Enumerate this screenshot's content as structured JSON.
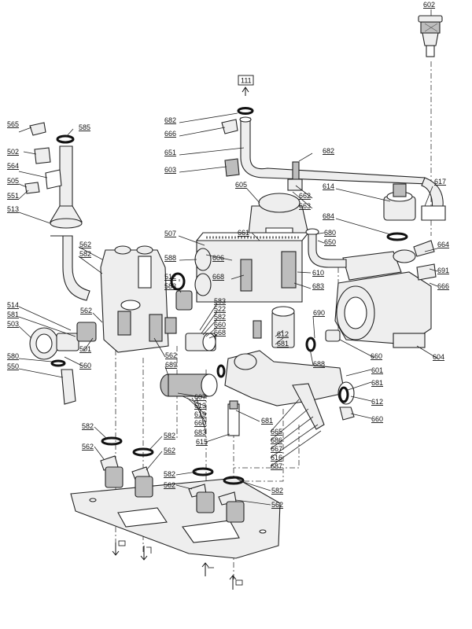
{
  "reference_box": "111",
  "callouts": {
    "c602": "602",
    "c682a": "682",
    "c666a": "666",
    "c651": "651",
    "c682b": "682",
    "c603": "603",
    "c605": "605",
    "c614": "614",
    "c662": "662",
    "c663": "663",
    "c684": "684",
    "c617": "617",
    "c565": "565",
    "c585": "585",
    "c502": "502",
    "c564": "564",
    "c505": "505",
    "c551": "551",
    "c513": "513",
    "c562a": "562",
    "c582a": "582",
    "c507": "507",
    "c661": "661",
    "c680": "680",
    "c650": "650",
    "c664": "664",
    "c588": "588",
    "c606": "606",
    "c668a": "668",
    "c610": "610",
    "c691": "691",
    "c683a": "683",
    "c666b": "666",
    "c512": "512",
    "c583a": "583",
    "c514": "514",
    "c581": "581",
    "c503": "503",
    "c562b": "562",
    "c583b": "583",
    "c522": "522",
    "c582b": "582",
    "c660a": "660",
    "c668b": "668",
    "c690": "690",
    "c612a": "612",
    "c681a": "681",
    "c604": "604",
    "c501": "501",
    "c560": "560",
    "c580": "580",
    "c550": "550",
    "c562c": "562",
    "c689": "689",
    "c660b": "660",
    "c688": "688",
    "c601": "601",
    "c681b": "681",
    "c612b": "612",
    "c660c": "660",
    "c607": "607",
    "c613": "613",
    "c619": "619",
    "c660d": "660",
    "c683b": "683",
    "c681c": "681",
    "c665": "665",
    "c686": "686",
    "c667": "667",
    "c616": "616",
    "c687": "687",
    "c615": "615",
    "c582c": "582",
    "c582d": "582",
    "c562d": "562",
    "c562e": "562",
    "c582e": "582",
    "c562f": "562",
    "c582f": "582",
    "c562g": "562"
  }
}
